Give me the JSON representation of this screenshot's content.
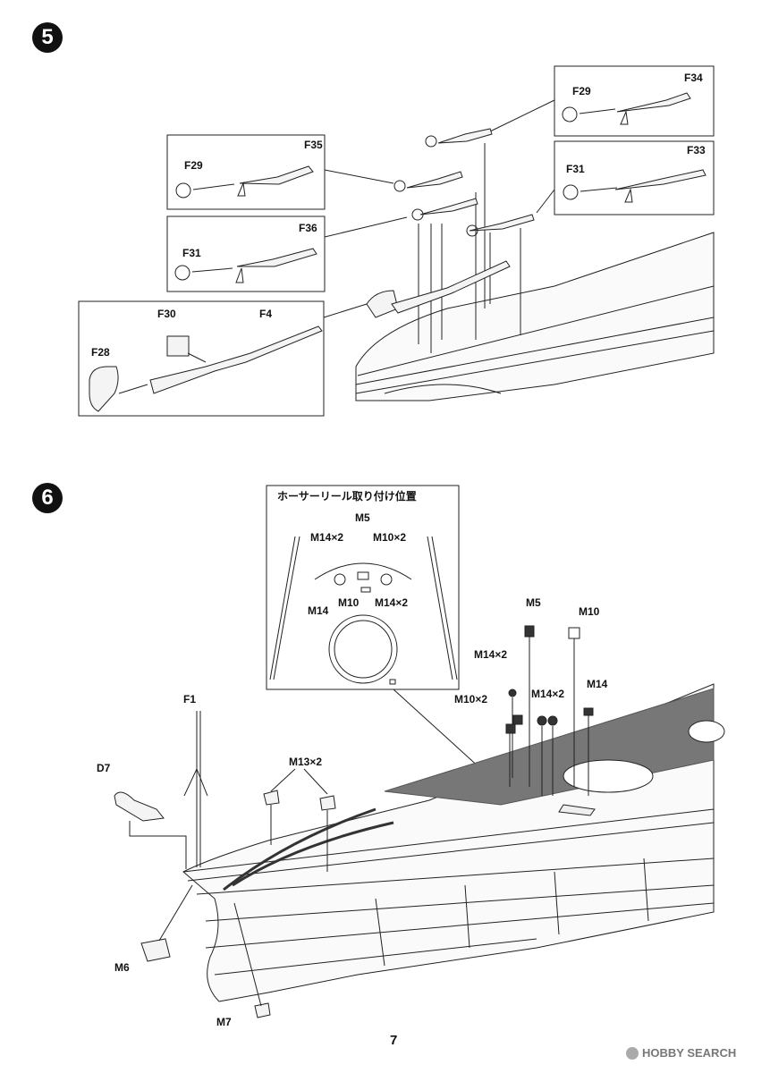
{
  "steps": {
    "step5": {
      "number": "5"
    },
    "step6": {
      "number": "6"
    }
  },
  "step5_labels": {
    "f34": "F34",
    "f29_top": "F29",
    "f35": "F35",
    "f29_left": "F29",
    "f33": "F33",
    "f31_right": "F31",
    "f36": "F36",
    "f31_left": "F31",
    "f30": "F30",
    "f4": "F4",
    "f28": "F28"
  },
  "step6_labels": {
    "detail_title": "ホーサーリール取り付け位置",
    "detail_m5": "M5",
    "detail_m14x2_a": "M14×2",
    "detail_m10x2": "M10×2",
    "detail_m14": "M14",
    "detail_m10": "M10",
    "detail_m14x2_b": "M14×2",
    "m5": "M5",
    "m10": "M10",
    "m14x2": "M14×2",
    "m10x2": "M10×2",
    "m14x2_b": "M14×2",
    "m14": "M14",
    "f1": "F1",
    "d7": "D7",
    "m13x2": "M13×2",
    "m6": "M6",
    "m7": "M7"
  },
  "footer": {
    "page_number": "7",
    "watermark": "HOBBY SEARCH"
  }
}
